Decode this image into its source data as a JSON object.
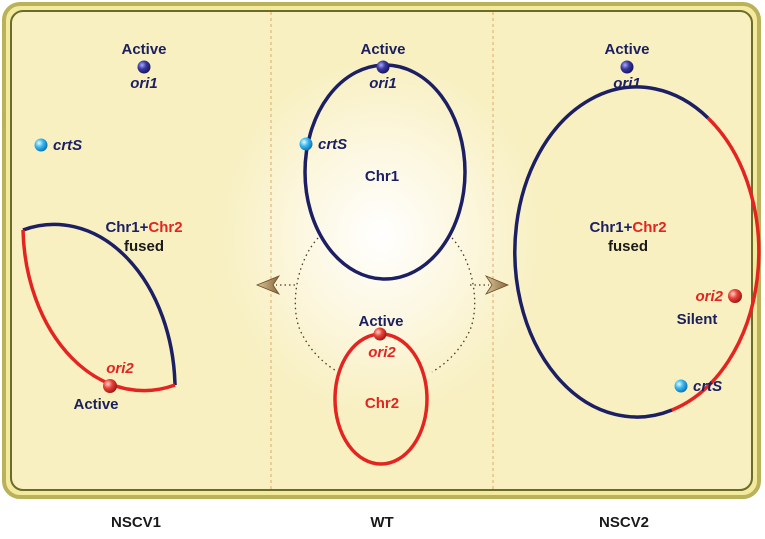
{
  "colors": {
    "navy": "#1c1f63",
    "red": "#e42420",
    "cell_fill": "#f8f0c0",
    "cell_border": "#6b6b2a",
    "divider": "#e0a86a",
    "sphere_blue": "#3a3aa0",
    "sphere_cyan": "#3bb8f0",
    "sphere_red": "#e8423a"
  },
  "panels": {
    "left": {
      "caption": "NSCV1",
      "ori1_state": "Active",
      "ori1_label": "ori1",
      "crts_label": "crtS",
      "chr1_text": "Chr1+",
      "chr2_text": "Chr2",
      "fused_text": "fused",
      "ori2_label": "ori2",
      "ori2_state": "Active"
    },
    "center": {
      "caption": "WT",
      "chr1": {
        "ori1_state": "Active",
        "ori1_label": "ori1",
        "crts_label": "crtS",
        "name": "Chr1"
      },
      "chr2": {
        "ori2_state": "Active",
        "ori2_label": "ori2",
        "name": "Chr2"
      }
    },
    "right": {
      "caption": "NSCV2",
      "ori1_state": "Active",
      "ori1_label": "ori1",
      "crts_label": "crtS",
      "chr1_text": "Chr1+",
      "chr2_text": "Chr2",
      "fused_text": "fused",
      "ori2_label": "ori2",
      "ori2_state": "Silent"
    }
  }
}
